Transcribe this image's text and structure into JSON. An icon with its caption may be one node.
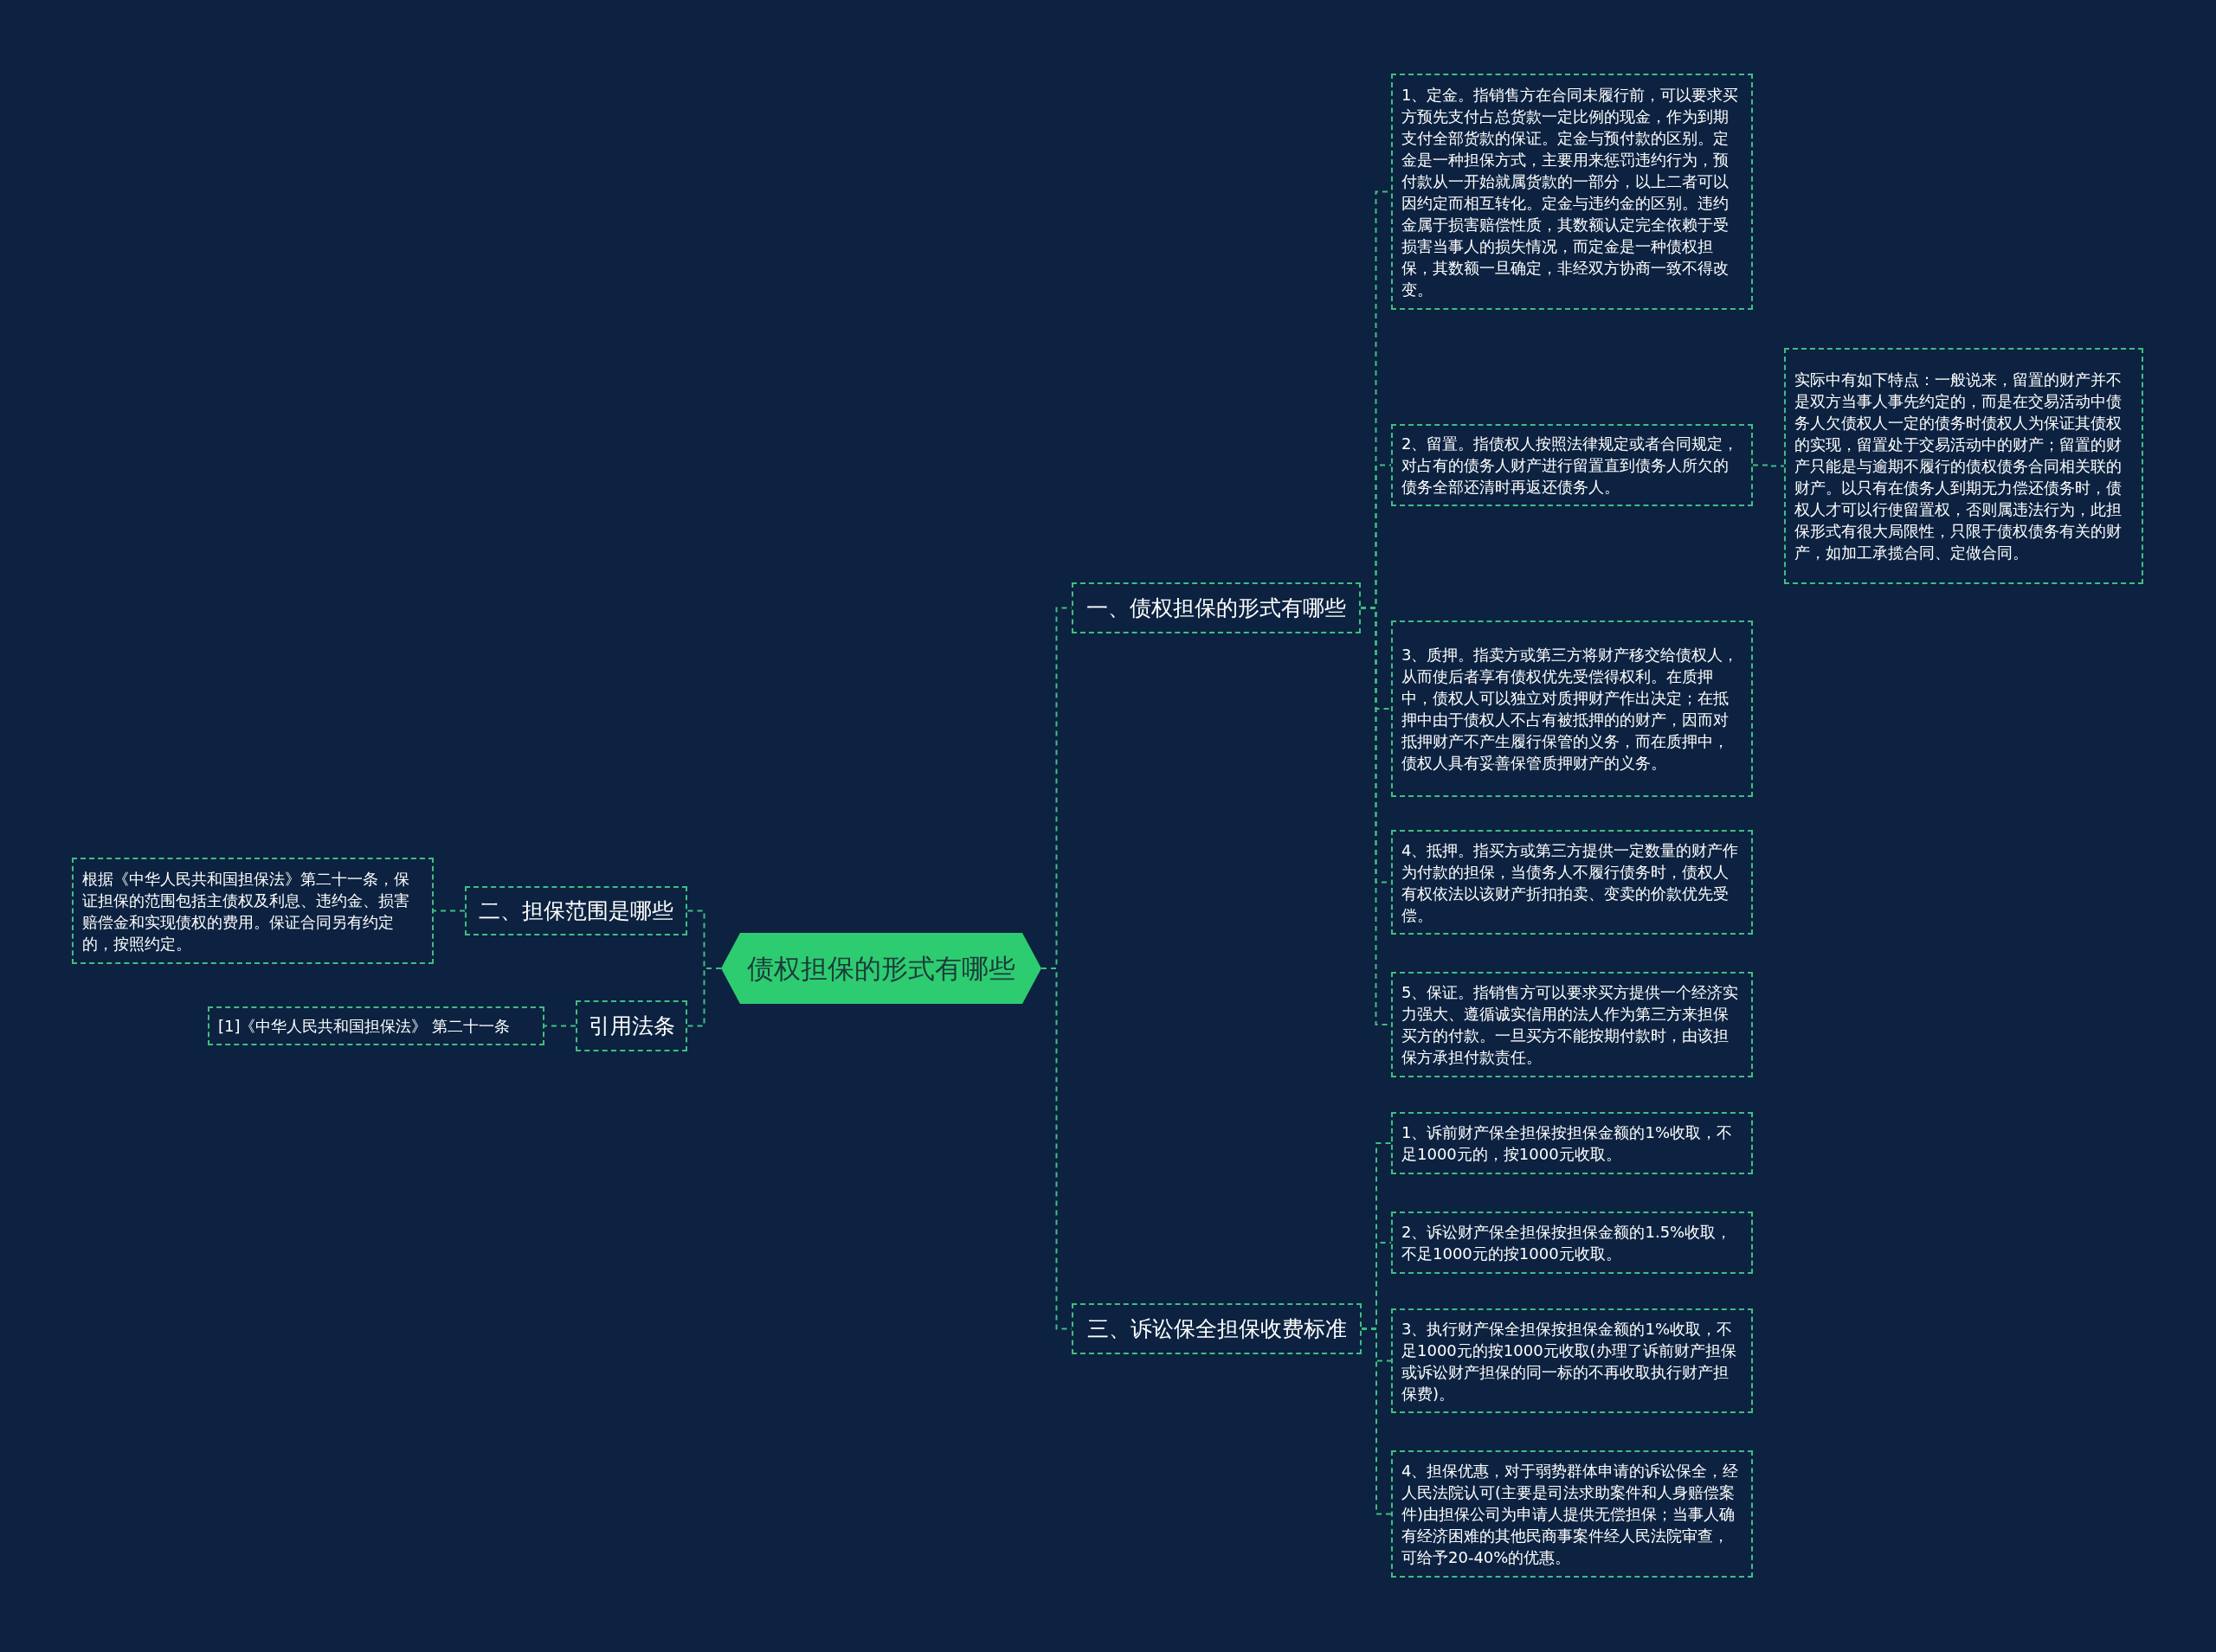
{
  "diagram": {
    "nodes": [
      {
        "text": [
          "债权担保的形式有哪些"
        ]
      },
      {
        "text": [
          "一、债权担保的形式有哪些"
        ]
      },
      {
        "text": [
          "1、定金。指销售方在合同未履行前，可以要求买方预先支付占总货款一定比例的现金，作为到期支付全部货款的保证。定金与预付款的区别。定金是一种担保方式，主要用来惩罚违约行为，预付款从一开始就属货款的一部分，以上二者可以因约定而相互转化。定金与违约金的区别。违约金属于损害赔偿性质，其数额认定完全依赖于受损害当事人的损失情况，而定金是一种债权担保，其数额一旦确定，非经双方协商一致不得改变。"
        ]
      },
      {
        "text": [
          "2、留置。指债权人按照法律规定或者合同规定，对占有的债务人财产进行留置直到债务人所欠的债务全部还清时再返还债务人。"
        ]
      },
      {
        "text": [
          "3、质押。指卖方或第三方将财产移交给债权人，从而使后者享有债权优先受偿得权利。在质押中，债权人可以独立对质押财产作出决定；在抵押中由于债权人不占有被抵押的的财产，因而对抵押财产不产生履行保管的义务，而在质押中，债权人具有妥善保管质押财产的义务。"
        ]
      },
      {
        "text": [
          "4、抵押。指买方或第三方提供一定数量的财产作为付款的担保，当债务人不履行债务时，债权人有权依法以该财产折扣拍卖、变卖的价款优先受偿。"
        ]
      },
      {
        "text": [
          "5、保证。指销售方可以要求买方提供一个经济实力强大、遵循诚实信用的法人作为第三方来担保买方的付款。一旦买方不能按期付款时，由该担保方承担付款责任。"
        ]
      },
      {
        "text": [
          "实际中有如下特点：一般说来，留置的财产并不是双方当事人事先约定的，而是在交易活动中债务人欠债权人一定的债务时债权人为保证其债权的实现，留置处于交易活动中的财产；留置的财产只能是与逾期不履行的债权债务合同相关联的财产。以只有在债务人到期无力偿还债务时，债权人才可以行使留置权，否则属违法行为，此担保形式有很大局限性，只限于债权债务有关的财产，如加工承揽合同、定做合同。"
        ]
      },
      {
        "text": [
          "三、诉讼保全担保收费标准"
        ]
      },
      {
        "text": [
          "1、诉前财产保全担保按担保金额的1%收取，不足1000元的，按1000元收取。"
        ]
      },
      {
        "text": [
          "2、诉讼财产保全担保按担保金额的1.5%收取，不足1000元的按1000元收取。"
        ]
      },
      {
        "text": [
          "3、执行财产保全担保按担保金额的1%收取，不足1000元的按1000元收取(办理了诉前财产担保或诉讼财产担保的同一标的不再收取执行财产担保费)。"
        ]
      },
      {
        "text": [
          "4、担保优惠，对于弱势群体申请的诉讼保全，经人民法院认可(主要是司法求助案件和人身赔偿案件)由担保公司为申请人提供无偿担保；当事人确有经济困难的其他民商事案件经人民法院审查，可给予20-40%的优惠。"
        ]
      },
      {
        "text": [
          "二、担保范围是哪些"
        ]
      },
      {
        "text": [
          "根据《中华人民共和国担保法》第二十一条，保证担保的范围包括主债权及利息、违约金、损害赔偿金和实现债权的费用。保证合同另有约定的，按照约定。"
        ]
      },
      {
        "text": [
          "引用法条"
        ]
      },
      {
        "text": [
          "[1]《中华人民共和国担保法》 第二十一条"
        ]
      }
    ],
    "edges": [
      {
        "from": 0,
        "to": 1,
        "arrow": "none"
      },
      {
        "from": 1,
        "to": 2,
        "arrow": "none"
      },
      {
        "from": 1,
        "to": 3,
        "arrow": "none"
      },
      {
        "from": 1,
        "to": 4,
        "arrow": "none"
      },
      {
        "from": 1,
        "to": 5,
        "arrow": "none"
      },
      {
        "from": 1,
        "to": 6,
        "arrow": "none"
      },
      {
        "from": 3,
        "to": 7,
        "arrow": "none"
      },
      {
        "from": 0,
        "to": 8,
        "arrow": "none"
      },
      {
        "from": 8,
        "to": 9,
        "arrow": "none"
      },
      {
        "from": 8,
        "to": 10,
        "arrow": "none"
      },
      {
        "from": 8,
        "to": 11,
        "arrow": "none"
      },
      {
        "from": 8,
        "to": 12,
        "arrow": "none"
      },
      {
        "from": 0,
        "to": 13,
        "arrow": "none"
      },
      {
        "from": 13,
        "to": 14,
        "arrow": "none"
      },
      {
        "from": 0,
        "to": 15,
        "arrow": "none"
      },
      {
        "from": 15,
        "to": 16,
        "arrow": "none"
      }
    ]
  }
}
